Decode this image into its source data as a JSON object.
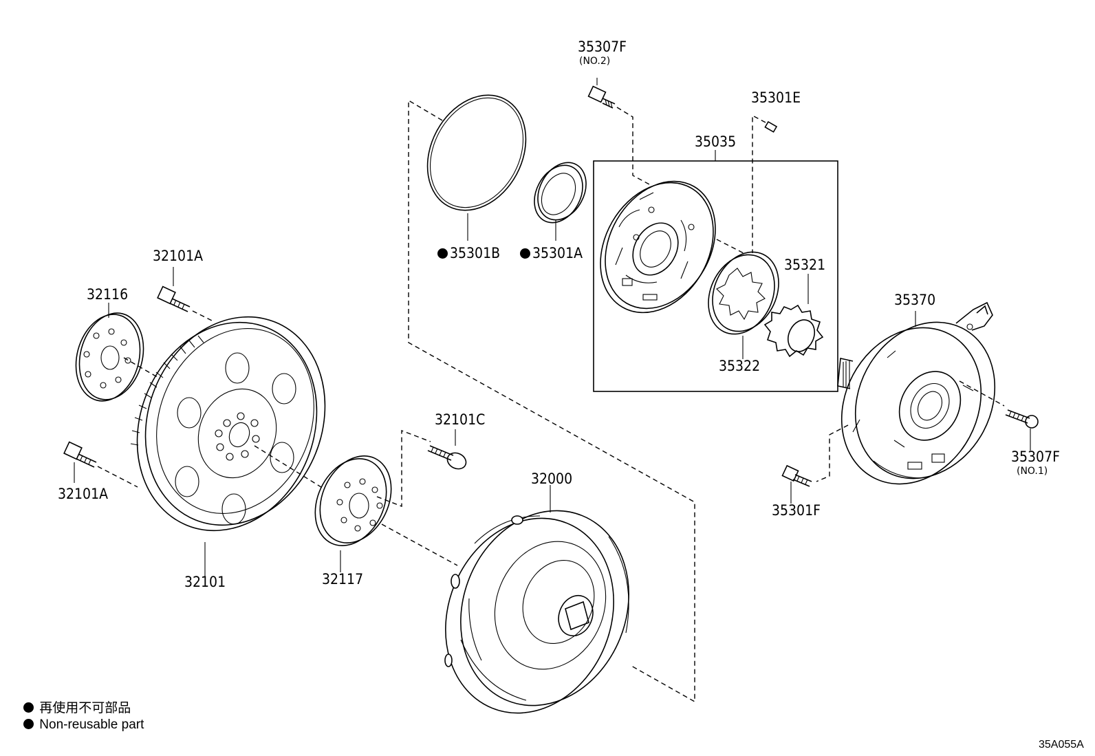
{
  "parts": {
    "p35307F_top": "35307F",
    "p35307F_top_sub": "(NO.2)",
    "p35301E": "35301E",
    "p35035": "35035",
    "p35301B": "35301B",
    "p35301A": "35301A",
    "p35321": "35321",
    "p35322": "35322",
    "p35370": "35370",
    "p32101A_top": "32101A",
    "p32116": "32116",
    "p32101A_bottom": "32101A",
    "p32101C": "32101C",
    "p32000": "32000",
    "p32101": "32101",
    "p32117": "32117",
    "p35307F_right": "35307F",
    "p35307F_right_sub": "(NO.1)",
    "p35301F": "35301F"
  },
  "legend": {
    "line1": "再使用不可部品",
    "line2": "Non-reusable part"
  },
  "diagram_code": "35A055A"
}
